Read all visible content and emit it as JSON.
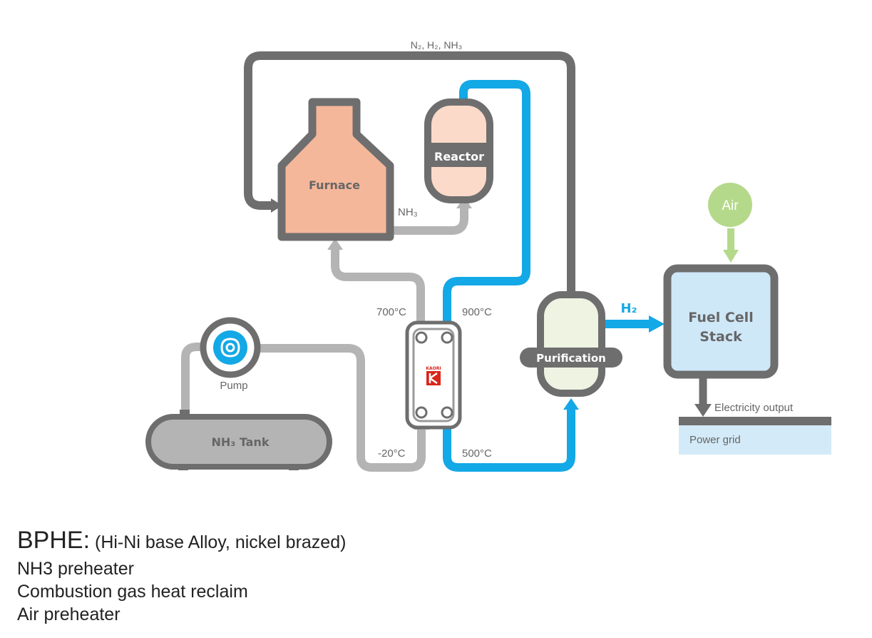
{
  "diagram": {
    "pipe_top_label": "N₂, H₂, NH₃",
    "furnace": "Furnace",
    "reactor": "Reactor",
    "nh3_flow": "NH₃",
    "temp_700": "700°C",
    "temp_900": "900°C",
    "temp_minus20": "-20°C",
    "temp_500": "500°C",
    "pump": "Pump",
    "tank": "NH₃ Tank",
    "purification": "Purification",
    "h2": "H₂",
    "fuel_cell_line1": "Fuel Cell",
    "fuel_cell_line2": "Stack",
    "air": "Air",
    "electricity": "Electricity output",
    "power_grid": "Power grid",
    "bphe_brand": "KAORI"
  },
  "caption": {
    "title": "BPHE",
    "title_sep": ":",
    "subtitle": "(Hi-Ni base Alloy, nickel brazed)",
    "lines": [
      "NH3 preheater",
      "Combustion gas heat reclaim",
      "Air preheater"
    ]
  },
  "colors": {
    "dark_pipe": "#6e6e6e",
    "light_pipe": "#b4b4b4",
    "blue_pipe": "#13a8e6",
    "furnace_fill": "#f5b79a",
    "reactor_fill": "#fbdac9",
    "purification_fill": "#eef3e2",
    "fuel_cell_fill": "#cfe8f8",
    "air_circle": "#b5d98a",
    "power_grid_bg": "#d3eaf8",
    "brand_red": "#d9261c"
  }
}
